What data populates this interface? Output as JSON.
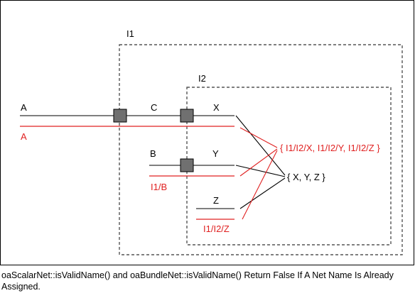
{
  "diagram": {
    "instances": {
      "outer": "I1",
      "inner": "I2"
    },
    "nets": {
      "a": "A",
      "c": "C",
      "x": "X",
      "b": "B",
      "y": "Y",
      "z": "Z"
    },
    "red_labels": {
      "a": "A",
      "b": "I1/B",
      "z": "I1/I2/Z"
    },
    "bundles": {
      "red_bundle": "{ I1/I2/X, I1/I2/Y, I1/I2/Z }",
      "black_bundle": "{ X, Y, Z }"
    },
    "colors": {
      "red": "#e02020",
      "black": "#000000",
      "terminal_fill": "#707070",
      "dashed_border": "#555555"
    }
  },
  "caption": "oaScalarNet::isValidName() and oaBundleNet::isValidName() Return False If A Net Name Is Already Assigned."
}
